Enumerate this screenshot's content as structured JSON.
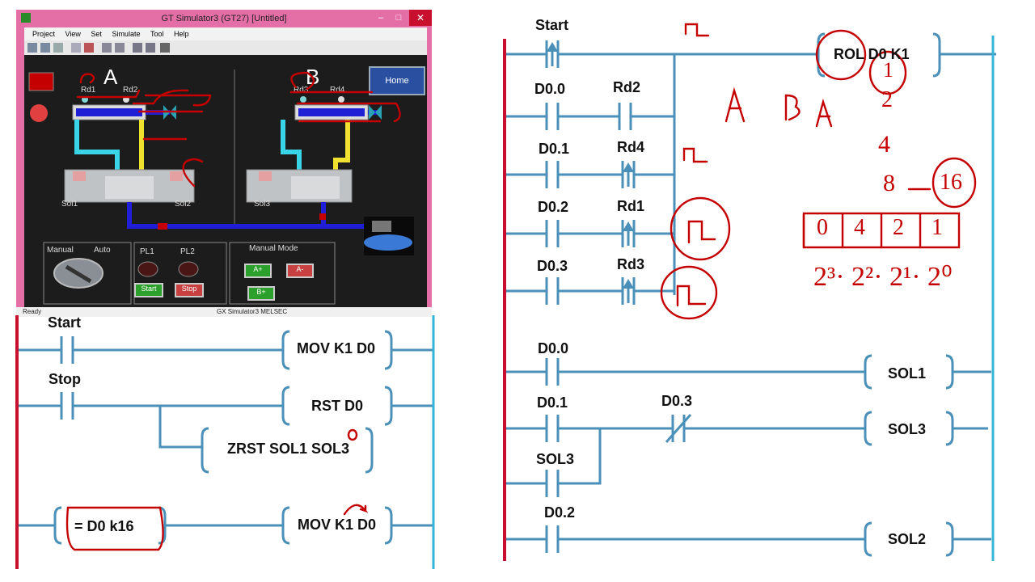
{
  "simulator": {
    "title": "GT Simulator3 (GT27)  [Untitled]",
    "menu": [
      "Project",
      "View",
      "Set",
      "Simulate",
      "Tool",
      "Help"
    ],
    "home_label": "Home",
    "station_a": "A",
    "station_b": "B",
    "sensors_a": [
      "Rd1",
      "Rd2"
    ],
    "sensors_b": [
      "Rd3",
      "Rd4"
    ],
    "valves": [
      "Sol1",
      "Sol2",
      "Sol3"
    ],
    "mode_labels": {
      "manual": "Manual",
      "auto": "Auto"
    },
    "pilot_lamps": [
      "PL1",
      "PL2"
    ],
    "start_btn": "Start",
    "stop_btn": "Stop",
    "manual_mode_title": "Manual Mode",
    "manual_btns": [
      "A+",
      "A-",
      "B+"
    ],
    "status_left": "Ready",
    "status_right": "GX Simulator3   MELSEC"
  },
  "left_ladder": {
    "rung1_contact": "Start",
    "rung1_coil": "MOV K1 D0",
    "rung2_contact": "Stop",
    "rung2_coil1": "RST D0",
    "rung2_coil2": "ZRST SOL1 SOL3",
    "rung3_compare": "=  D0 k16",
    "rung3_coil": "MOV K1 D0"
  },
  "right_ladder": {
    "start": "Start",
    "rol": "ROL  D0  K1",
    "contacts": [
      "D0.0",
      "D0.1",
      "D0.2",
      "D0.3"
    ],
    "sensors": [
      "Rd2",
      "Rd4",
      "Rd1",
      "Rd3"
    ],
    "out_contacts": [
      "D0.0",
      "D0.1",
      "SOL3",
      "D0.2"
    ],
    "d03_nc": "D0.3",
    "coils": [
      "SOL1",
      "SOL3",
      "SOL2"
    ]
  },
  "annotations": {
    "seq": "A",
    "seq_b": "B",
    "one": "1",
    "two": "2",
    "four": "4",
    "eight": "8",
    "sixteen": "16",
    "bits": [
      "0",
      "4",
      "2",
      "1"
    ],
    "powers": "2³· 2²· 2¹· 2⁰"
  },
  "colors": {
    "rail_left": "#c8102e",
    "rail_right": "#35b5d6",
    "wire": "#4a90b8",
    "ink": "#c40000"
  }
}
